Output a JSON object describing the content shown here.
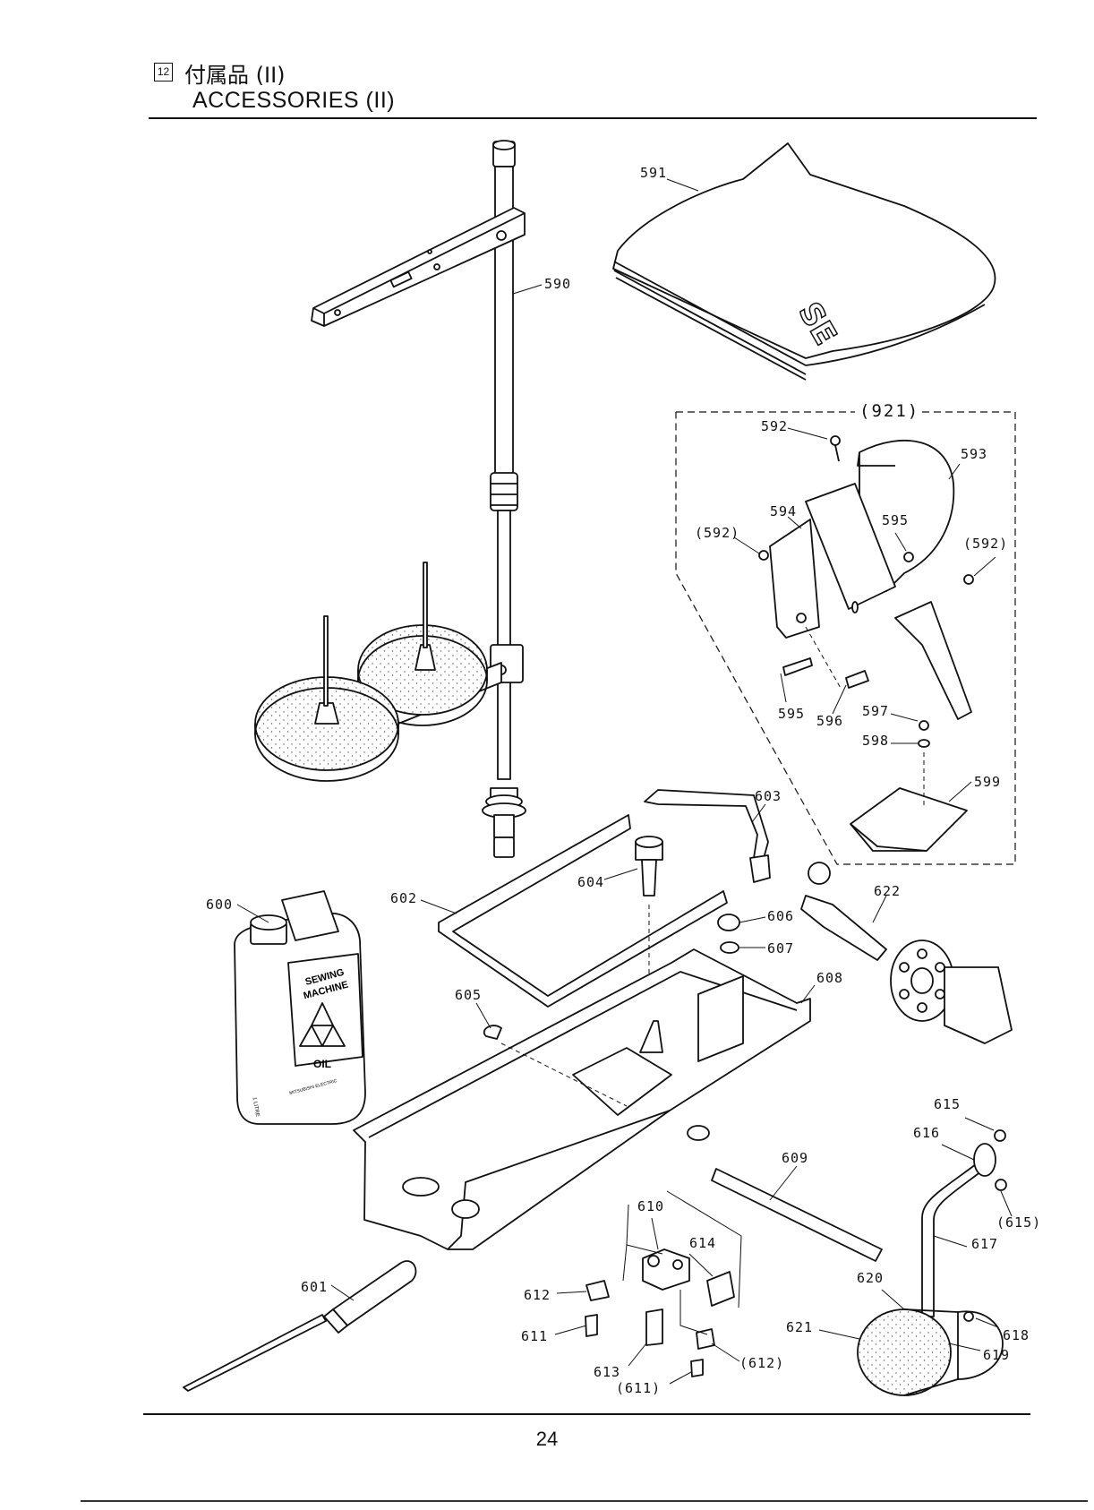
{
  "header": {
    "section_number": "12",
    "title_jp": "付属品 (II)",
    "title_en": "ACCESSORIES (II)"
  },
  "page_number": "24",
  "diagram": {
    "group_label": "(921)",
    "bottle_text": {
      "line1": "SEWING",
      "line2": "MACHINE",
      "oil": "OIL",
      "maker": "MITSUBISHI ELECTRIC",
      "volume": "1 LITRE"
    },
    "cover_logo": "SE",
    "part_labels": [
      {
        "id": "590",
        "text": "590"
      },
      {
        "id": "591",
        "text": "591"
      },
      {
        "id": "592",
        "text": "592"
      },
      {
        "id": "592a",
        "text": "(592)"
      },
      {
        "id": "592b",
        "text": "(592)"
      },
      {
        "id": "593",
        "text": "593"
      },
      {
        "id": "594",
        "text": "594"
      },
      {
        "id": "595",
        "text": "595"
      },
      {
        "id": "595a",
        "text": "595"
      },
      {
        "id": "596",
        "text": "596"
      },
      {
        "id": "597",
        "text": "597"
      },
      {
        "id": "598",
        "text": "598"
      },
      {
        "id": "599",
        "text": "599"
      },
      {
        "id": "600",
        "text": "600"
      },
      {
        "id": "601",
        "text": "601"
      },
      {
        "id": "602",
        "text": "602"
      },
      {
        "id": "603",
        "text": "603"
      },
      {
        "id": "604",
        "text": "604"
      },
      {
        "id": "605",
        "text": "605"
      },
      {
        "id": "606",
        "text": "606"
      },
      {
        "id": "607",
        "text": "607"
      },
      {
        "id": "608",
        "text": "608"
      },
      {
        "id": "609",
        "text": "609"
      },
      {
        "id": "610",
        "text": "610"
      },
      {
        "id": "611",
        "text": "611"
      },
      {
        "id": "611a",
        "text": "(611)"
      },
      {
        "id": "612",
        "text": "612"
      },
      {
        "id": "612a",
        "text": "(612)"
      },
      {
        "id": "613",
        "text": "613"
      },
      {
        "id": "614",
        "text": "614"
      },
      {
        "id": "615",
        "text": "615"
      },
      {
        "id": "615a",
        "text": "(615)"
      },
      {
        "id": "616",
        "text": "616"
      },
      {
        "id": "617",
        "text": "617"
      },
      {
        "id": "618",
        "text": "618"
      },
      {
        "id": "619",
        "text": "619"
      },
      {
        "id": "620",
        "text": "620"
      },
      {
        "id": "621",
        "text": "621"
      },
      {
        "id": "622",
        "text": "622"
      }
    ]
  }
}
